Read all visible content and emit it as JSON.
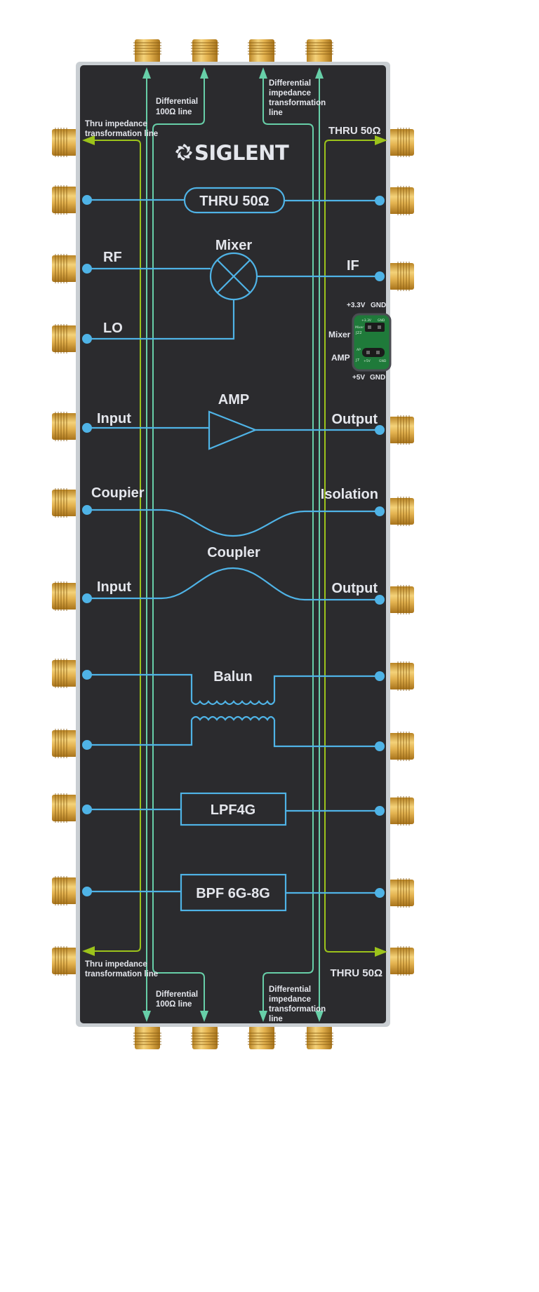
{
  "device": {
    "brand": "SIGLENT",
    "colors": {
      "panel": "#2b2b2e",
      "frame": "#c9ced2",
      "signal_line": "#4fb3e6",
      "diff_line": "#67cfa8",
      "thru_line": "#9cc31b",
      "text": "#e4e6ec",
      "connector_gold": "#d9a941",
      "header_pcb": "#1f7a3a"
    }
  },
  "top_labels": {
    "diff_100": [
      "Differential",
      "100Ω  line"
    ],
    "diff_transform": [
      "Differential",
      "impedance",
      "transformation",
      "line"
    ],
    "thru_transform_left": [
      "Thru impedance",
      "transformation line"
    ],
    "thru50_right": "THRU 50Ω"
  },
  "bottom_labels": {
    "diff_100": [
      "Differential",
      "100Ω  line"
    ],
    "diff_transform": [
      "Differential",
      "impedance",
      "transformation",
      "line"
    ],
    "thru_transform_left": [
      "Thru impedance",
      "transformation line"
    ],
    "thru50_right": "THRU 50Ω"
  },
  "blocks": {
    "thru50": "THRU 50Ω",
    "mixer": {
      "title": "Mixer",
      "left_top": "RF",
      "left_bottom": "LO",
      "right": "IF"
    },
    "amp": {
      "title": "AMP",
      "left": "Input",
      "right": "Output"
    },
    "coupler": {
      "title": "Coupler",
      "left_top": "Coupier",
      "right_top": "Isolation",
      "left_bottom": "Input",
      "right_bottom": "Output"
    },
    "balun": {
      "title": "Balun"
    },
    "lpf": "LPF4G",
    "bpf": "BPF 6G-8G"
  },
  "power_header": {
    "top_row": [
      "+3.3V",
      "GND"
    ],
    "mixer_label": "Mixer",
    "amp_label": "AMP",
    "bottom_row": [
      "+5V",
      "GND"
    ],
    "pcb_silk": {
      "mixer_j": "J22",
      "amp_j": "J7",
      "mixer_top": "+3.3V",
      "mixer_gnd": "GND",
      "amp_v": "+5V",
      "amp_gnd": "GND",
      "mixer_tag": "Mixer",
      "amp_tag": "AP"
    }
  }
}
